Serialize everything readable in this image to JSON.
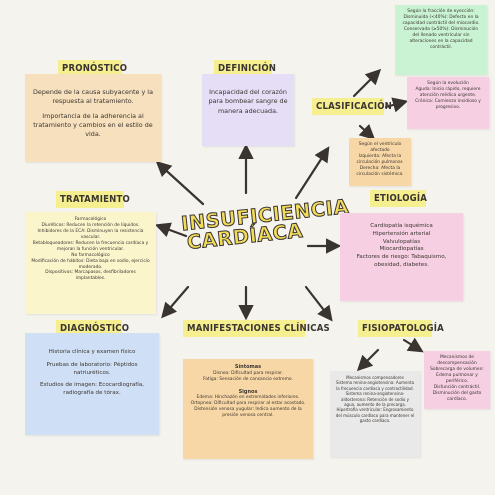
{
  "center": {
    "line1": "INSUFICIENCIA",
    "line2": "CARDÍACA"
  },
  "pronostico": {
    "title": "PRONÓSTICO",
    "p1": "Depende de la causa subyacente y la respuesta al tratamiento.",
    "p2": "Importancia de la adherencia al tratamiento y cambios en el estilo de vida."
  },
  "definicion": {
    "title": "DEFINICIÓN",
    "text": "Incapacidad del corazón para bombear sangre de manera adecuada."
  },
  "clasificacion": {
    "title": "CLASIFICACIÓN",
    "fraccion": [
      "Según la fracción de eyección:",
      "Disminuida (<40%): Defecto en la capacidad contráctil del miocardio.",
      "Conservada (≥50%): Disminución del llenado ventricular sin alteraciones en la capacidad contráctil."
    ],
    "evolucion": [
      "Según la evolución",
      "Aguda: Inicio rápido, requiere atención médica urgente.",
      "Crónica: Comienzo insidioso y progresivo."
    ],
    "ventriculo": [
      "Según el ventrículo afectado",
      "Izquierda: Afecta la circulación pulmonar.",
      "Derecha: Afecta la circulación sistémica."
    ]
  },
  "tratamiento": {
    "title": "TRATAMIENTO",
    "lines": [
      "Farmacológico",
      "Diuréticos: Reducen la retención de líquidos.",
      "Inhibidores de la ECA: Disminuyen la resistencia vascular.",
      "Betabloqueadores: Reducen la frecuencia cardíaca y mejoran la función ventricular.",
      "No farmacológico",
      "Modificación de hábitos: Dieta baja en sodio, ejercicio moderado.",
      "Dispositivos: Marcapasos, desfibriladores implantables."
    ]
  },
  "etiologia": {
    "title": "ETIOLOGÍA",
    "items": [
      "Cardiopatía isquémica",
      "Hipertensión arterial",
      "Valvulopatías",
      "Miocardiopatías",
      "Factores de riesgo: Tabaquismo, obesidad, diabetes."
    ]
  },
  "diagnostico": {
    "title": "DIAGNÓSTICO",
    "p1": "Historia clínica y examen físico",
    "p2": "Pruebas de laboratorio: Péptidos natriuréticos.",
    "p3": "Estudios de imagen: Ecocardiografía, radiografía de tórax."
  },
  "manifestaciones": {
    "title": "MANIFESTACIONES CLÍNICAS",
    "sintomas_head": "Síntomas",
    "sintomas": [
      "Disnea: Dificultad para respirar.",
      "Fatiga: Sensación de cansancio extremo."
    ],
    "signos_head": "Signos",
    "signos": [
      "Edema: Hinchazón en extremidades inferiores.",
      "Ortopnea: Dificultad para respirar al estar acostado.",
      "Distensión venosa yugular: Indica aumento de la presión venosa central."
    ]
  },
  "fisiopatologia": {
    "title": "FISIOPATOLOGÍA",
    "left": [
      "Mecanismos compensadores",
      "Sistema renina-angiotensina: Aumenta la frecuencia cardíaca y contractilidad.",
      "Sistema renina-angiotensina-aldosterona: Retención de sodio y agua, aumento de la precarga.",
      "Hipertrofia ventricular: Engrosamiento del músculo cardíaco para mantener el gasto cardíaco."
    ],
    "right": [
      "Mecanismos de descompensación",
      "Sobrecarga de volumen: Edema pulmonar y periférico.",
      "Disfunción contráctil.",
      "Disminución del gasto cardíaco."
    ]
  },
  "colors": {
    "yellow": "#f6ef8f",
    "orange_soft": "#f7e0bd",
    "purple_soft": "#e6ddf6",
    "green_soft": "#c9f3d3",
    "pink_soft": "#f6cfe2",
    "cream": "#fbf5cc",
    "blue_soft": "#cfe0f6",
    "gray_soft": "#e9e9e9",
    "orange_note": "#f8d7a6",
    "center_text": "#f2dc5a",
    "ink": "#3a3431"
  }
}
